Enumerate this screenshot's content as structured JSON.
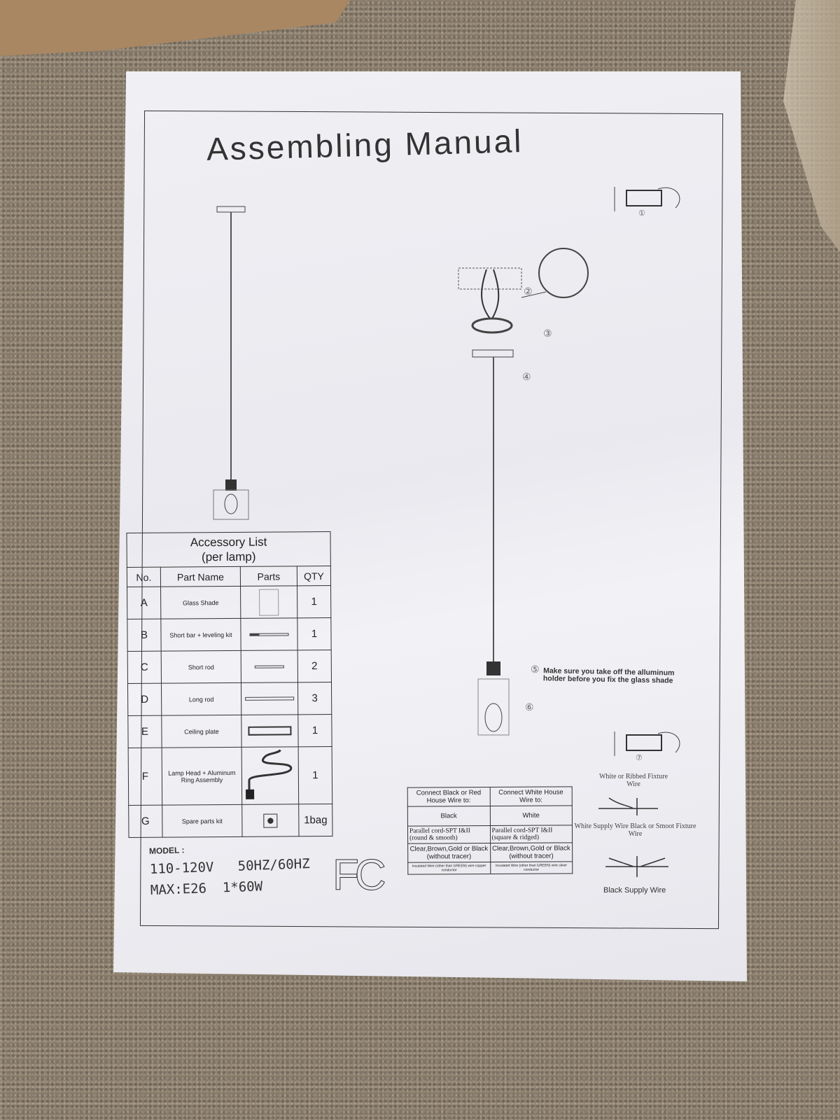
{
  "document": {
    "title": "Assembling Manual"
  },
  "accessory_list": {
    "title": "Accessory List",
    "subtitle": "(per lamp)",
    "headers": [
      "No.",
      "Part Name",
      "Parts",
      "QTY"
    ],
    "rows": [
      {
        "no": "A",
        "name": "Glass Shade",
        "qty": "1"
      },
      {
        "no": "B",
        "name": "Short bar + leveling kit",
        "qty": "1"
      },
      {
        "no": "C",
        "name": "Short rod",
        "qty": "2"
      },
      {
        "no": "D",
        "name": "Long rod",
        "qty": "3"
      },
      {
        "no": "E",
        "name": "Ceiling plate",
        "qty": "1"
      },
      {
        "no": "F",
        "name": "Lamp Head + Aluminum Ring Assembly",
        "qty": "1"
      },
      {
        "no": "G",
        "name": "Spare parts kit",
        "qty": "1bag"
      }
    ]
  },
  "model": {
    "label": "MODEL :",
    "voltage": "110-120V",
    "frequency": "50HZ/60HZ",
    "max": "MAX:E26",
    "wattage": "1*60W",
    "cert": "FC"
  },
  "steps": {
    "s1": "①",
    "s2": "②",
    "s3": "③",
    "s4": "④",
    "s5": "⑤",
    "s6": "⑥",
    "s7": "⑦"
  },
  "note": "Make sure you take off the alluminum holder before you fix the glass shade",
  "wire_table": {
    "headers": [
      "Connect Black or Red House Wire to:",
      "Connect White House Wire to:"
    ],
    "rows": [
      [
        "Black",
        "White"
      ],
      [
        "Parallel cord-SPT I&II (round & smooth)",
        "Parallel cord-SPT I&II (square & ridged)"
      ],
      [
        "Clear,Brown,Gold or Black (without tracer)",
        "Clear,Brown,Gold or Black (without tracer)"
      ],
      [
        "Insulated Wire (other than GREEN) wire copper conductor",
        "Insulated Wire (other than GREEN) wire silver conductor"
      ]
    ]
  },
  "captions": {
    "ribbed": "White or Ribbed Fixture Wire",
    "white_supply": "White Supply Wire Black or Smoot Fixture Wire",
    "black_supply": "Black Supply Wire"
  }
}
